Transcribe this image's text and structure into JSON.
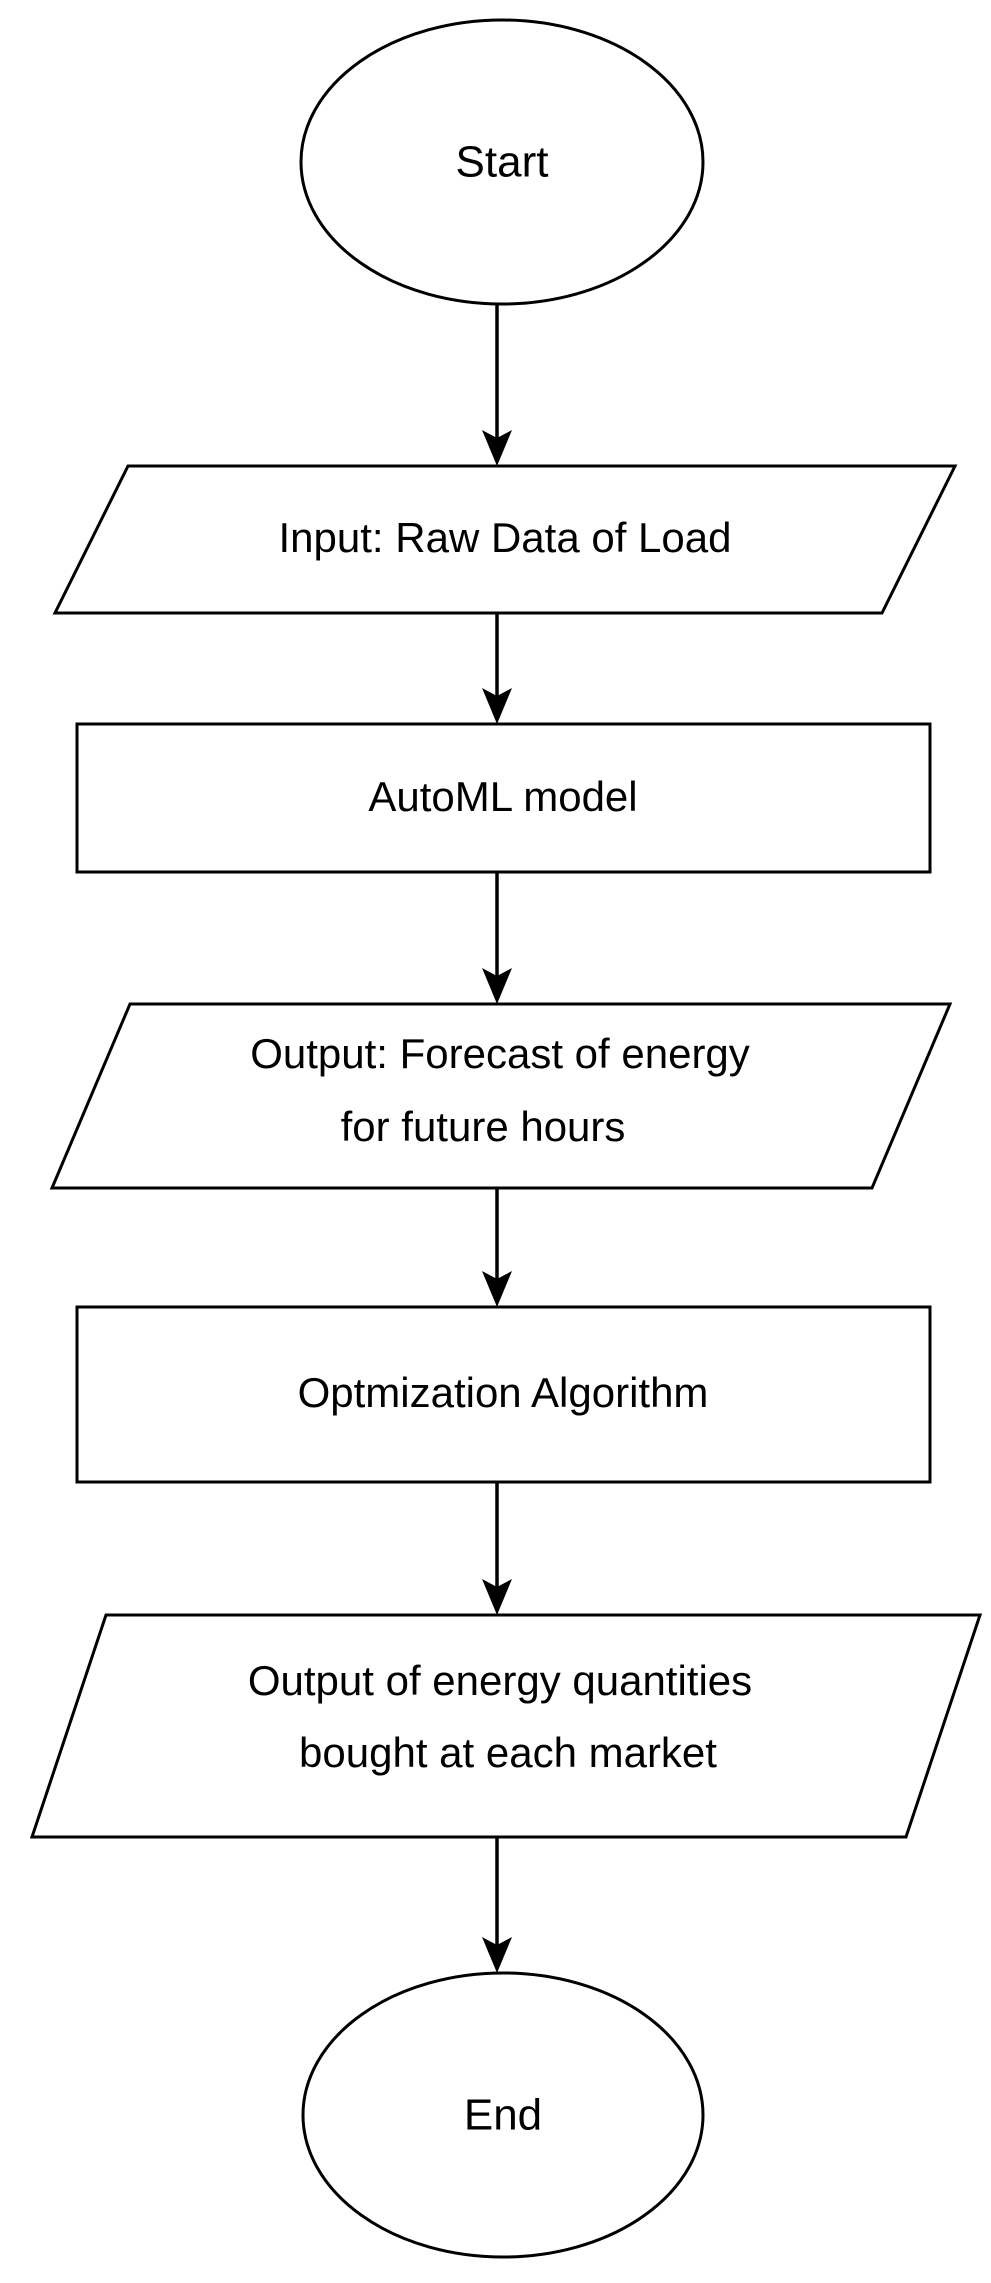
{
  "diagram": {
    "title": "Energy forecasting and procurement flowchart",
    "background_color": "#ffffff",
    "stroke_color": "#000000",
    "fill_color": "#ffffff"
  },
  "nodes": [
    {
      "id": "start",
      "shape": "ellipse",
      "label": "Start",
      "lines": [
        "Start"
      ]
    },
    {
      "id": "input-raw-data",
      "shape": "parallelogram",
      "label": "Input: Raw Data of Load",
      "lines": [
        "Input: Raw Data of Load"
      ]
    },
    {
      "id": "automl-model",
      "shape": "rectangle",
      "label": "AutoML model",
      "lines": [
        "AutoML model"
      ]
    },
    {
      "id": "output-forecast",
      "shape": "parallelogram",
      "label": "Output: Forecast of energy for future hours",
      "lines": [
        "Output: Forecast of energy",
        "for future hours"
      ]
    },
    {
      "id": "optimization-algorithm",
      "shape": "rectangle",
      "label": "Optmization Algorithm",
      "lines": [
        "Optmization Algorithm"
      ]
    },
    {
      "id": "output-quantities",
      "shape": "parallelogram",
      "label": "Output of energy quantities bought at each market",
      "lines": [
        "Output of energy quantities",
        "bought at each market"
      ]
    },
    {
      "id": "end",
      "shape": "ellipse",
      "label": "End",
      "lines": [
        "End"
      ]
    }
  ],
  "edges": [
    {
      "id": "edge-start-to-input",
      "from": "start",
      "to": "input-raw-data",
      "label": ""
    },
    {
      "id": "edge-input-to-automl",
      "from": "input-raw-data",
      "to": "automl-model",
      "label": ""
    },
    {
      "id": "edge-automl-to-forecast",
      "from": "automl-model",
      "to": "output-forecast",
      "label": ""
    },
    {
      "id": "edge-forecast-to-optimization",
      "from": "output-forecast",
      "to": "optimization-algorithm",
      "label": ""
    },
    {
      "id": "edge-optimization-to-quantities",
      "from": "optimization-algorithm",
      "to": "output-quantities",
      "label": ""
    },
    {
      "id": "edge-quantities-to-end",
      "from": "output-quantities",
      "to": "end",
      "label": ""
    }
  ]
}
